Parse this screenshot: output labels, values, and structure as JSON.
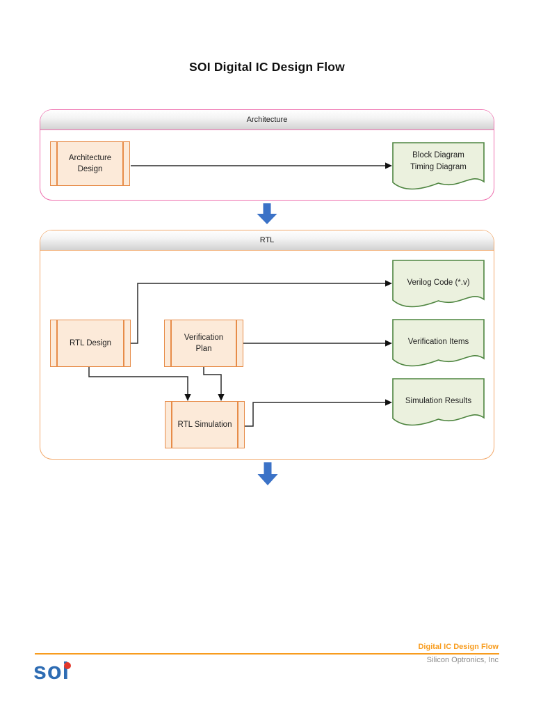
{
  "title": "SOI Digital IC Design Flow",
  "colors": {
    "architecture_frame": "#ee6fae",
    "rtl_frame": "#f2a96c",
    "process_fill": "#fcead9",
    "process_border": "#e78c48",
    "document_fill": "#ebf1de",
    "document_border": "#4e8540",
    "flow_arrow_blue": "#3b72c7",
    "connector_black": "#2b2b2b",
    "footer_orange": "#f89c1e",
    "footer_gray": "#8a8a8a",
    "logo_blue": "#2e6cb3",
    "logo_dot_red": "#e2382c"
  },
  "architecture_section": {
    "label": "Architecture",
    "process": "Architecture\nDesign",
    "document": "Block Diagram\nTiming Diagram"
  },
  "rtl_section": {
    "label": "RTL",
    "process_rtl_design": "RTL Design",
    "process_verification_plan": "Verification\nPlan",
    "process_rtl_simulation": "RTL Simulation",
    "document_verilog": "Verilog Code (*.v)",
    "document_verification_items": "Verification Items",
    "document_simulation_results": "Simulation Results"
  },
  "footer": {
    "document_title": "Digital IC Design Flow",
    "company": "Silicon Optronics, Inc",
    "logo_text": "soi"
  }
}
